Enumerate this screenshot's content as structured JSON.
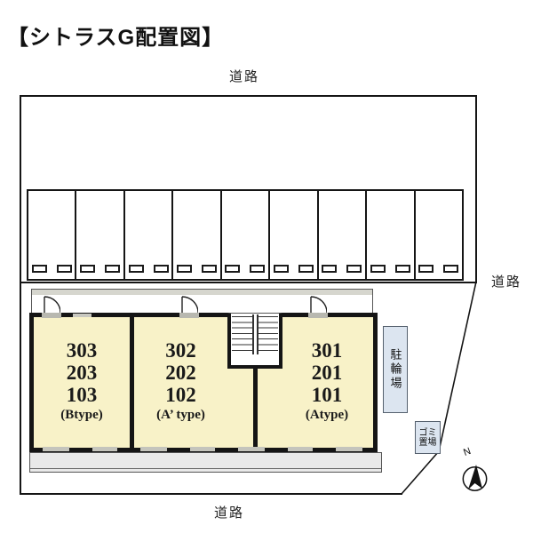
{
  "title": "【シトラスG配置図】",
  "roads": {
    "top": "道路",
    "right": "道路",
    "bottom": "道路"
  },
  "parking": {
    "space_count": 9
  },
  "building": {
    "units": [
      {
        "numbers": [
          "303",
          "203",
          "103"
        ],
        "type": "(Btype)"
      },
      {
        "numbers": [
          "302",
          "202",
          "102"
        ],
        "type": "(A’ type)"
      },
      {
        "numbers": [
          "301",
          "201",
          "101"
        ],
        "type": "(Atype)"
      }
    ]
  },
  "facilities": {
    "bicycle_parking": "駐輪場",
    "garbage_lines": [
      "ゴミ",
      "置場"
    ]
  },
  "compass": {
    "north": "N"
  },
  "colors": {
    "unit_fill": "#f8f2c8",
    "facility_fill": "#dce5f0",
    "line": "#151515",
    "balcony_fill": "#e9e9e9"
  }
}
